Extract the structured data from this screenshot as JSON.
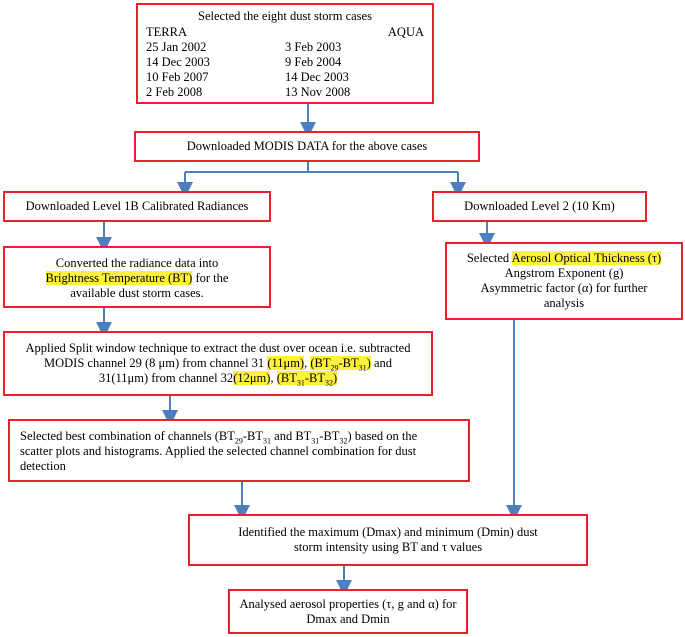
{
  "colors": {
    "border": "#e8222a",
    "arrow": "#4a7fc1",
    "highlight": "#fdf23a"
  },
  "box1": {
    "title": "Selected the eight dust storm cases",
    "terra_label": "TERRA",
    "aqua_label": "AQUA",
    "terra_dates": [
      "25 Jan 2002",
      "14 Dec 2003",
      "10 Feb 2007",
      "2 Feb 2008"
    ],
    "aqua_dates": [
      "3 Feb 2003",
      "9 Feb 2004",
      "14 Dec 2003",
      "13 Nov 2008"
    ]
  },
  "box2": {
    "text": "Downloaded MODIS DATA for the above cases"
  },
  "box3": {
    "text": "Downloaded Level 1B Calibrated Radiances"
  },
  "box4": {
    "text": "Downloaded Level 2 (10 Km)"
  },
  "box5": {
    "line1": "Converted the radiance data into",
    "highlight": "Brightness Temperature (BT)",
    "after": " for the",
    "line3": "available dust storm cases."
  },
  "box6": {
    "prefix": "Selected ",
    "highlight": "Aerosol Optical Thickness (τ)",
    "line2": "Angstrom Exponent (g)",
    "line3": "Asymmetric factor (α) for further",
    "line4": "analysis"
  },
  "box7": {
    "line1": "Applied Split window technique to extract the dust over ocean i.e. subtracted",
    "line2a": "MODIS channel 29 (8 μm) from channel 31 ",
    "hl1": "(11μm)",
    "comma": ", ",
    "hl2_main": "(BT",
    "hl2_sub1": "29",
    "hl2_mid": "-BT",
    "hl2_sub2": "31",
    "hl2_end": ")",
    "and": " and",
    "line3a": "31(11μm) from channel 32",
    "hl3": "(12μm)",
    "hl4_main": "(BT",
    "hl4_sub1": "31",
    "hl4_mid": "-BT",
    "hl4_sub2": "32",
    "hl4_end": ")"
  },
  "box8": {
    "l1a": "Selected best combination of channels (BT",
    "s1": "29",
    "l1b": "-BT",
    "s2": "31",
    "l1c": " and BT",
    "s3": "31",
    "l1d": "-BT",
    "s4": "32",
    "l1e": ") based on the",
    "line2": "scatter plots and histograms. Applied the selected channel combination for dust",
    "line3": "detection"
  },
  "box9": {
    "line1": "Identified the maximum (Dmax) and minimum (Dmin) dust",
    "line2": "storm intensity using BT and τ values"
  },
  "box10": {
    "line1": "Analysed aerosol properties (τ, g and α) for",
    "line2": "Dmax and Dmin"
  }
}
